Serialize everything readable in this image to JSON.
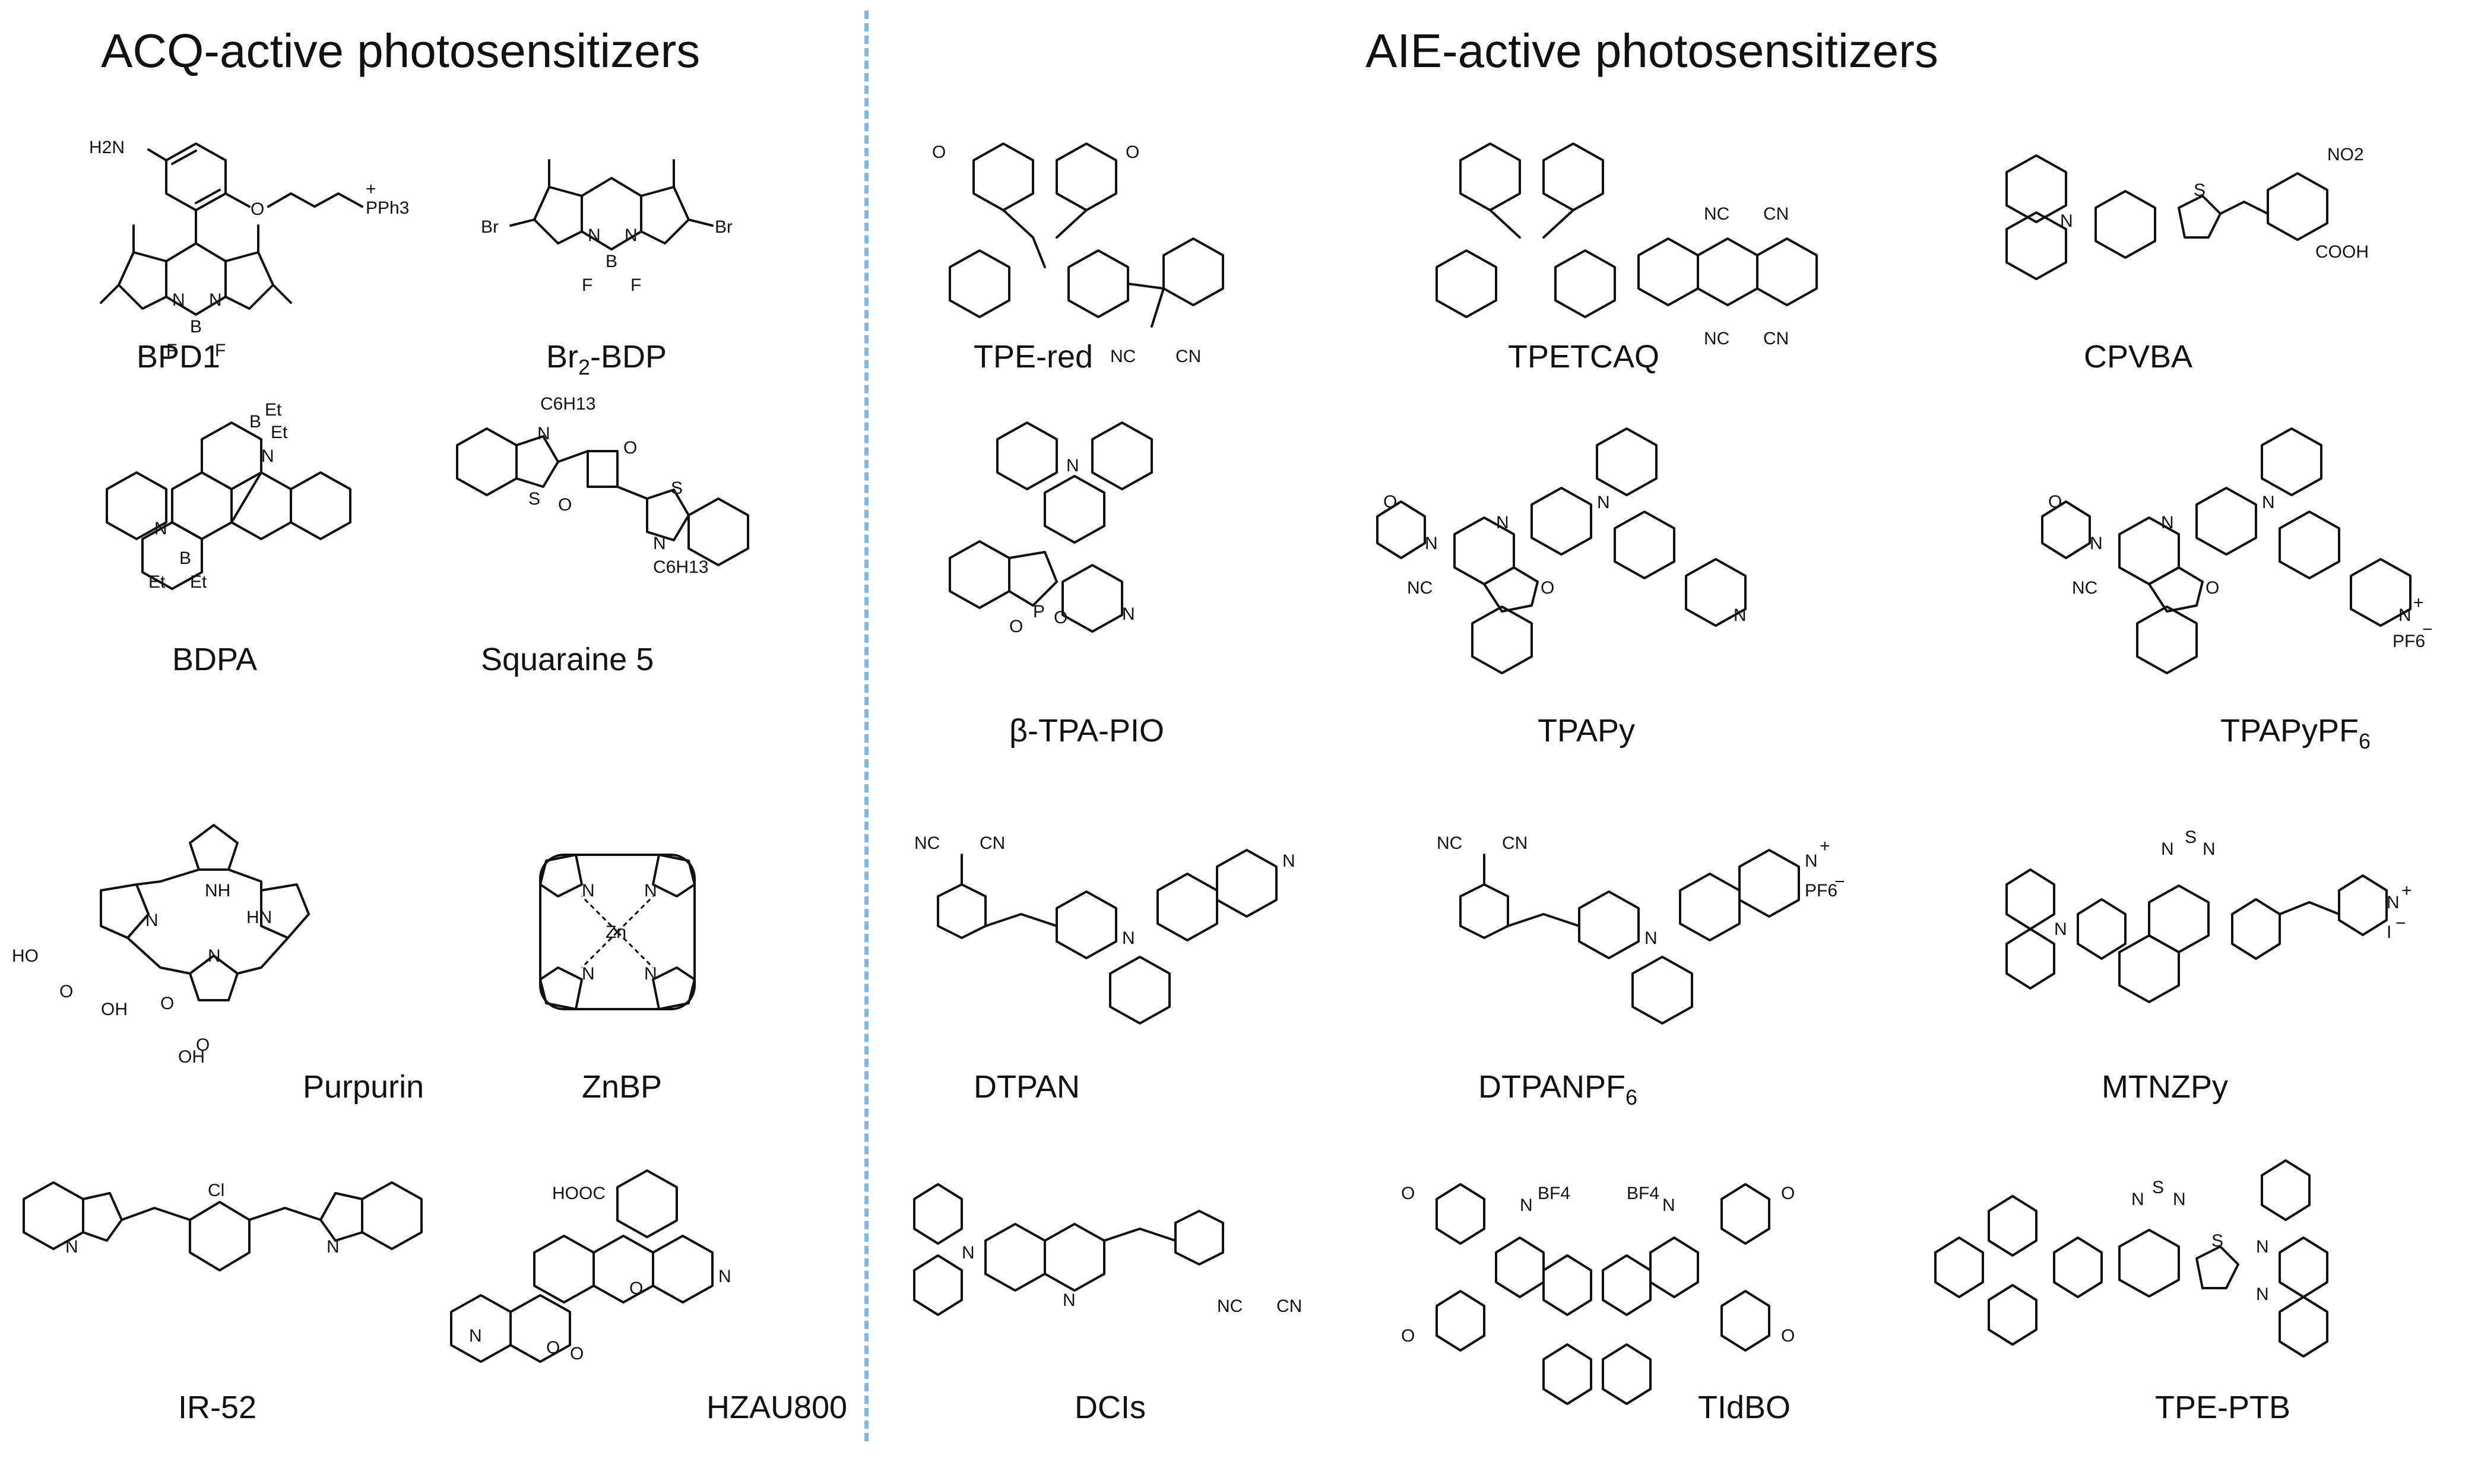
{
  "headings": {
    "acq": "ACQ-active photosensitizers",
    "aie": "AIE-active photosensitizers"
  },
  "compounds": {
    "bpd1": "BPD1",
    "br2bdp_pre": "Br",
    "br2bdp_sub": "2",
    "br2bdp_post": "-BDP",
    "bdpa": "BDPA",
    "squaraine5": "Squaraine 5",
    "purpurin": "Purpurin",
    "znbp": "ZnBP",
    "ir52": "IR-52",
    "hzau800": "HZAU800",
    "tpered": "TPE-red",
    "tpetcaq": "TPETCAQ",
    "cpvba": "CPVBA",
    "btpapio": "β-TPA-PIO",
    "tapy": "TPAPy",
    "tapypf6_pre": "TPAPyPF",
    "tapypf6_sub": "6",
    "dtpan": "DTPAN",
    "dtpanpf6_pre": "DTPANPF",
    "dtpanpf6_sub": "6",
    "mtnzpy": "MTNZPy",
    "dcis": "DCIs",
    "tidbo": "TIdBO",
    "tpeptb": "TPE-PTB"
  },
  "atoms": {
    "h2n": "H2N",
    "pph3": "PPh3",
    "o": "O",
    "n": "N",
    "b": "B",
    "f": "F",
    "br": "Br",
    "et": "Et",
    "c6h13": "C6H13",
    "s": "S",
    "oh": "OH",
    "ho": "HO",
    "nh": "NH",
    "hn": "HN",
    "zn": "Zn",
    "cl": "Cl",
    "hooc": "HOOC",
    "cn": "CN",
    "nc": "NC",
    "no2": "NO2",
    "cooh": "COOH",
    "p": "P",
    "pf6": "PF6",
    "i": "I",
    "bf4": "BF4",
    "plus": "+",
    "minus": "−"
  }
}
